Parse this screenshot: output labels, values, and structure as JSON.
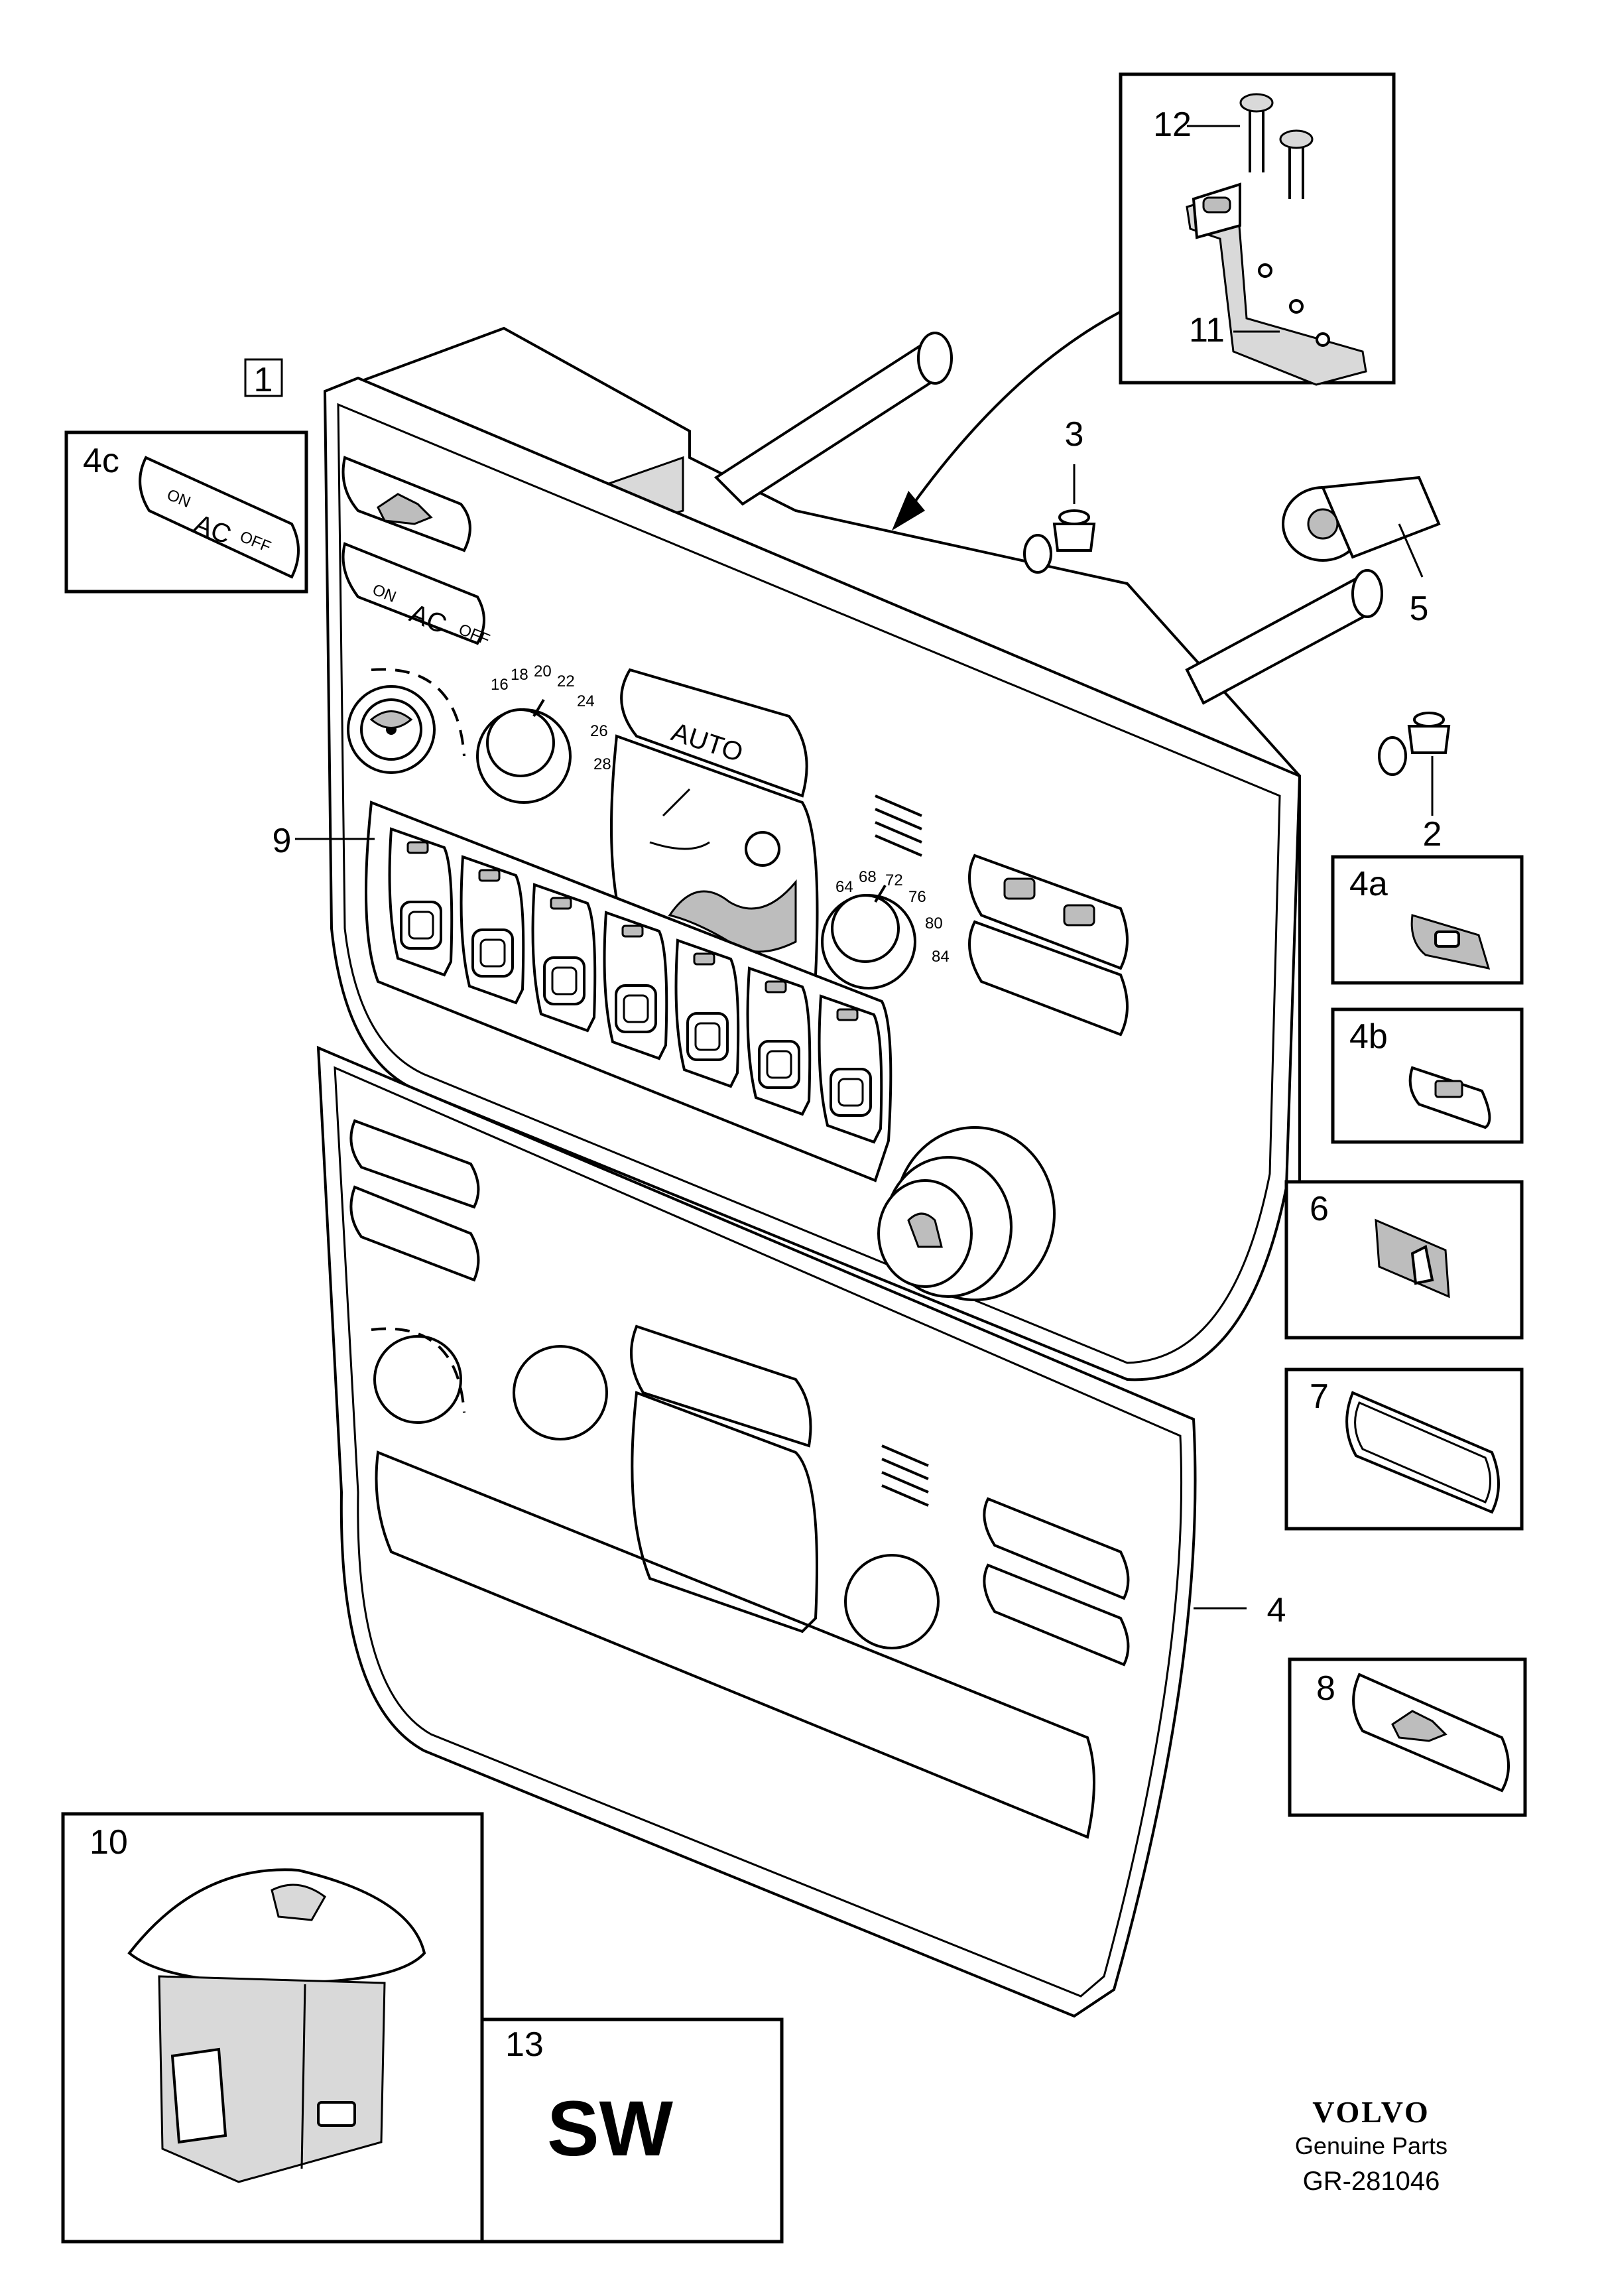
{
  "callouts": {
    "c1": "1",
    "c2": "2",
    "c3": "3",
    "c4": "4",
    "c4a": "4a",
    "c4b": "4b",
    "c4c": "4c",
    "c5": "5",
    "c6": "6",
    "c7": "7",
    "c8": "8",
    "c9": "9",
    "c10": "10",
    "c11": "11",
    "c12": "12",
    "c13": "13"
  },
  "panel_text": {
    "auto": "AUTO",
    "ac": "AC",
    "on": "ON",
    "off": "OFF",
    "temp_left": [
      "16",
      "18",
      "20",
      "22",
      "24",
      "26",
      "28"
    ],
    "temp_right": [
      "64",
      "68",
      "72",
      "76",
      "80",
      "84"
    ]
  },
  "sw_label": "SW",
  "brand": {
    "name": "VOLVO",
    "subtitle": "Genuine Parts",
    "ref": "GR-281046"
  }
}
